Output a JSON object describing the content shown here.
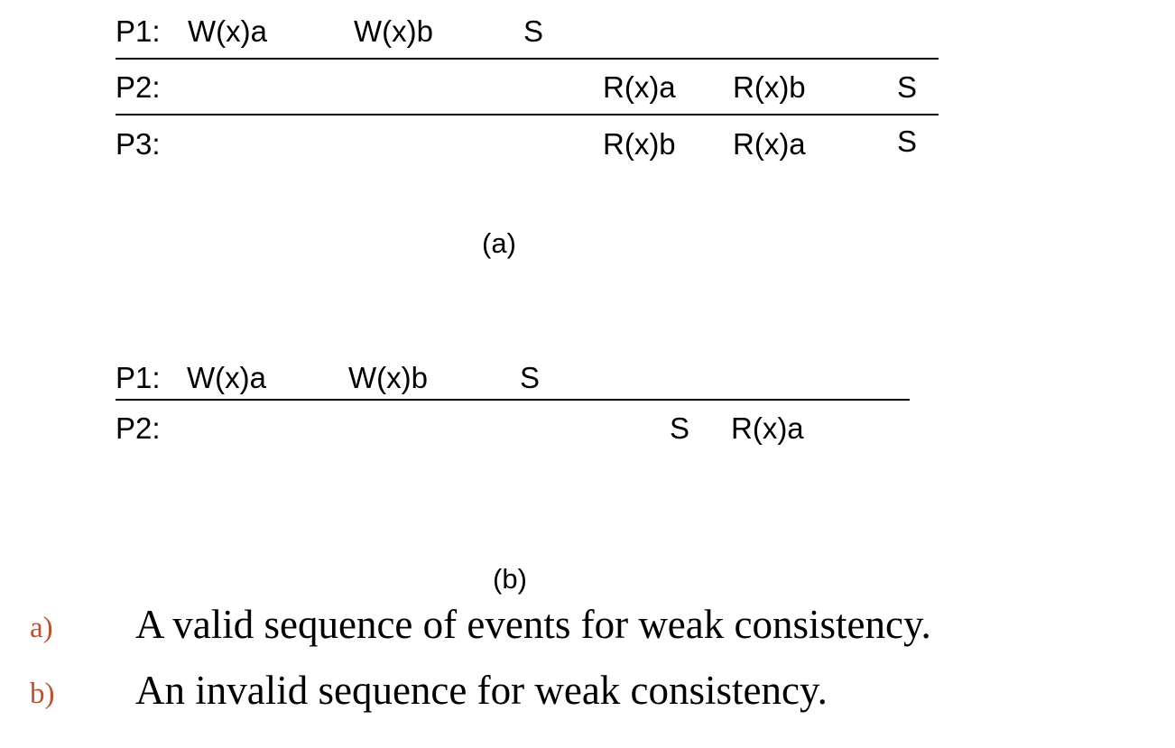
{
  "colors": {
    "text": "#000000",
    "bullet_marker": "#c0512b",
    "rule": "#000000",
    "background": "#ffffff"
  },
  "diagram_a": {
    "rows": [
      {
        "label": "P1:",
        "events": [
          "W(x)a",
          "W(x)b",
          "S"
        ]
      },
      {
        "label": "P2:",
        "events": [
          "R(x)a",
          "R(x)b",
          "S"
        ]
      },
      {
        "label": "P3:",
        "events": [
          "R(x)b",
          "R(x)a",
          "S"
        ]
      }
    ],
    "caption": "(a)"
  },
  "diagram_b": {
    "rows": [
      {
        "label": "P1:",
        "events": [
          "W(x)a",
          "W(x)b",
          "S"
        ]
      },
      {
        "label": "P2:",
        "events": [
          "S",
          "R(x)a"
        ]
      }
    ],
    "caption": "(b)"
  },
  "bullets": [
    {
      "marker": "a)",
      "text": "A valid sequence of events for weak consistency."
    },
    {
      "marker": "b)",
      "text": "An invalid sequence for weak consistency."
    }
  ]
}
